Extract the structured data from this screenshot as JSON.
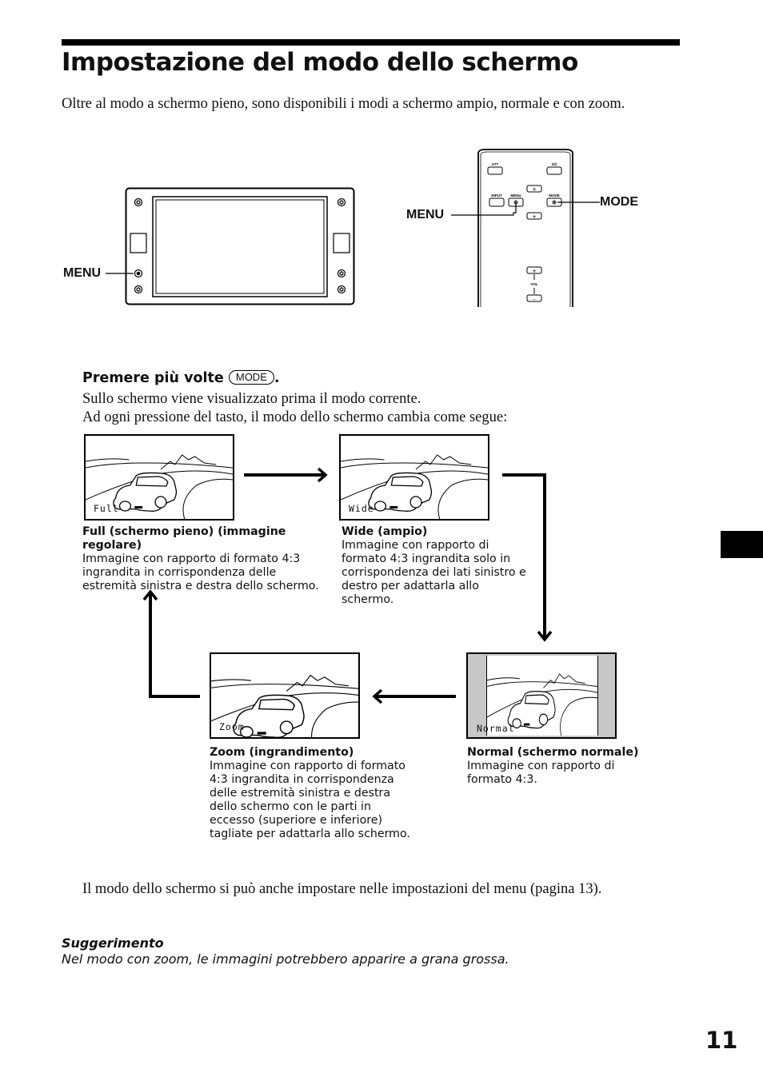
{
  "title": "Impostazione del modo dello schermo",
  "intro": "Oltre al modo a schermo pieno, sono disponibili i modi a schermo ampio, normale e con zoom.",
  "device": {
    "menu_label": "MENU"
  },
  "remote": {
    "menu_label": "MENU",
    "mode_label": "MODE",
    "buttons": {
      "att": "ATT",
      "power": "I/⏻",
      "input": "INPUT",
      "menu": "MENU",
      "mode": "MODE",
      "vol": "VOL"
    }
  },
  "step": {
    "prefix": "Premere più volte",
    "key": "MODE",
    "suffix": ".",
    "line1": "Sullo schermo viene visualizzato prima il modo corrente.",
    "line2": "Ad ogni pressione del tasto, il modo dello schermo cambia come segue:"
  },
  "modes": {
    "full": {
      "label": "Full",
      "title": "Full (schermo pieno) (immagine regolare)",
      "text": [
        "Immagine con rapporto di formato 4:3",
        "ingrandita in corrispondenza delle",
        "estremità sinistra e destra dello schermo."
      ]
    },
    "wide": {
      "label": "Wide",
      "title": "Wide (ampio)",
      "text": [
        "Immagine con rapporto di",
        "formato 4:3 ingrandita solo in",
        "corrispondenza dei lati sinistro e",
        "destro per adattarla allo",
        "schermo."
      ]
    },
    "zoom": {
      "label": "Zoom",
      "title": "Zoom (ingrandimento)",
      "text": [
        "Immagine con rapporto di formato",
        "4:3 ingrandita in corrispondenza",
        "delle estremità sinistra e destra",
        "dello schermo con le parti in",
        "eccesso (superiore e inferiore)",
        "tagliate per adattarla allo schermo."
      ]
    },
    "normal": {
      "label": "Normal",
      "title": "Normal (schermo normale)",
      "text": [
        "Immagine con rapporto di",
        "formato 4:3."
      ]
    }
  },
  "note": "Il modo dello schermo si può anche impostare nelle impostazioni del menu (pagina 13).",
  "tip": {
    "heading": "Suggerimento",
    "text": "Nel modo con zoom, le immagini potrebbero apparire a grana grossa."
  },
  "page_number": "11"
}
